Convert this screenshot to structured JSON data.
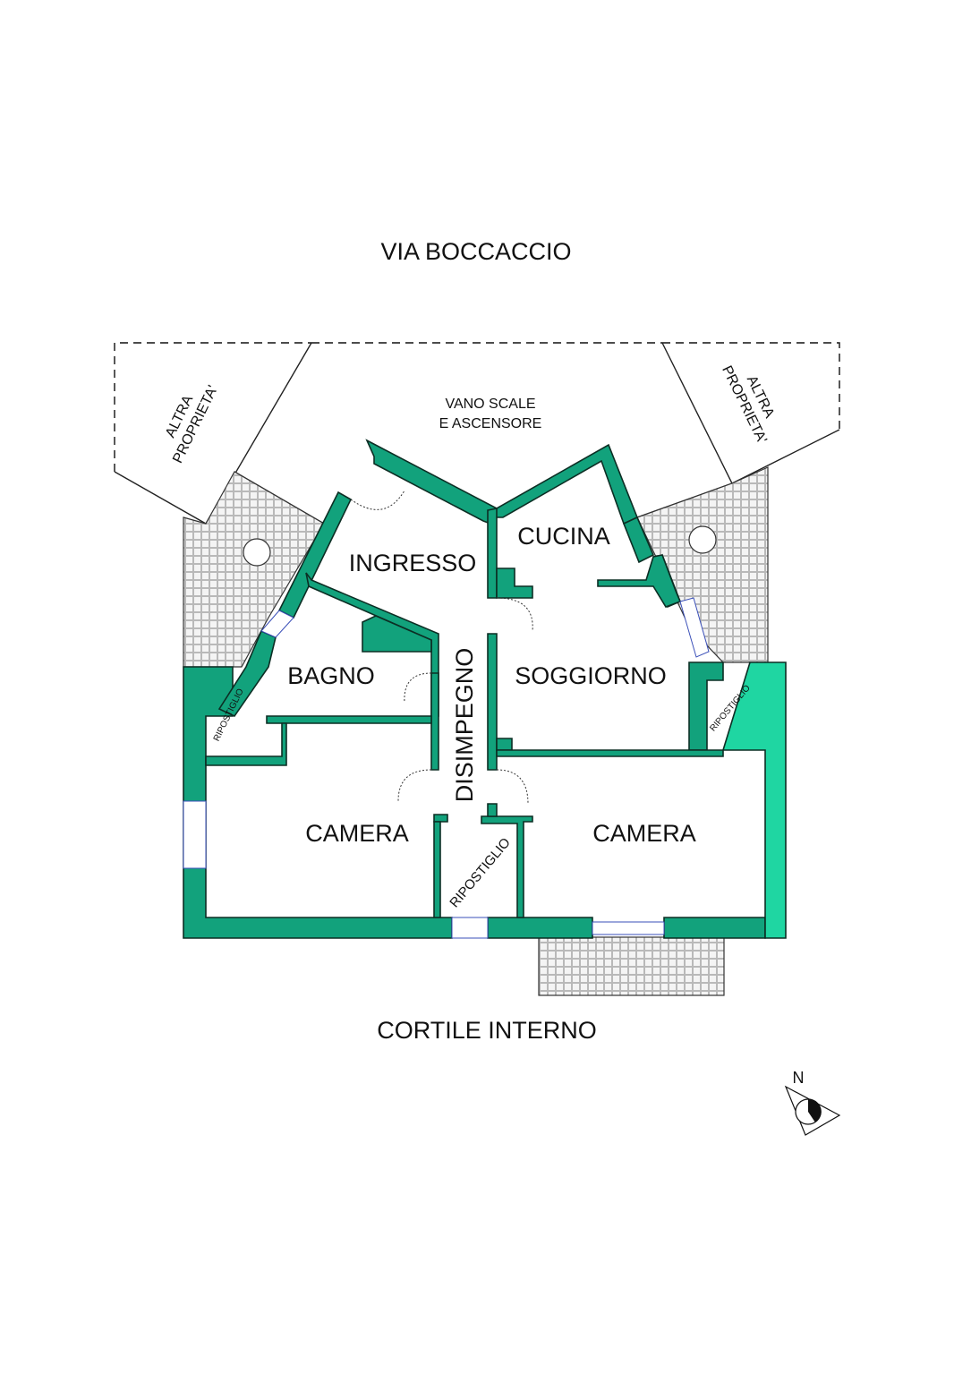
{
  "street_top": "VIA BOCCACCIO",
  "street_bottom": "CORTILE INTERNO",
  "neighbors": {
    "left": [
      "ALTRA",
      "PROPRIETA'"
    ],
    "right": [
      "ALTRA",
      "PROPRIETA'"
    ]
  },
  "stairwell": [
    "VANO SCALE",
    "E ASCENSORE"
  ],
  "rooms": {
    "ingresso": "INGRESSO",
    "cucina": "CUCINA",
    "bagno": "BAGNO",
    "soggiorno": "SOGGIORNO",
    "disimpegno": "DISIMPEGNO",
    "camera_left": "CAMERA",
    "camera_right": "CAMERA",
    "ripostiglio_left": "RIPOSTIGLIO",
    "ripostiglio_right": "RIPOSTIGLIO",
    "ripostiglio_center": "RIPOSTIGLIO"
  },
  "compass": {
    "label": "N"
  },
  "colors": {
    "wall": "#12a27c",
    "wall_light": "#1fd6a2",
    "grid": "#bbbbbb"
  }
}
